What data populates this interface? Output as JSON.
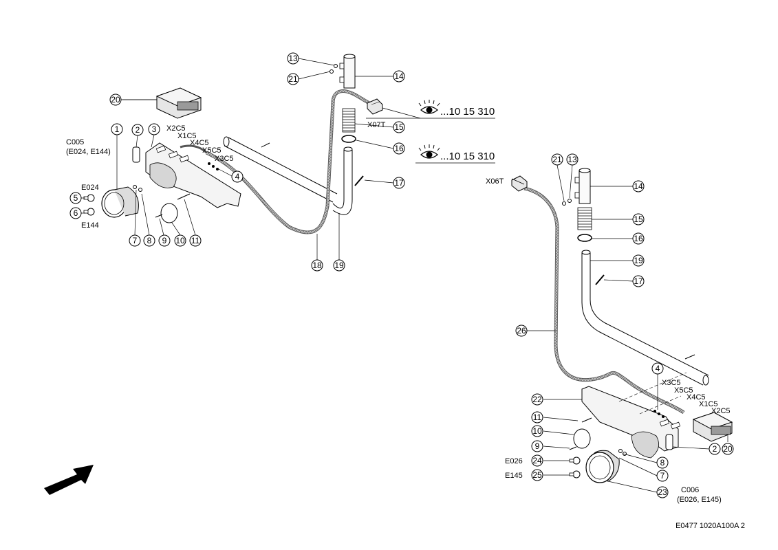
{
  "footer_code": "E0477 1020A100A 2",
  "see_reference": "...10 15 310",
  "left_assembly": {
    "connector_block_label": "C005",
    "connector_block_sub": "(E024, E144)",
    "bulb_top_label": "E024",
    "bulb_bottom_label": "E144",
    "connector_cable_label": "X07T",
    "wire_labels": [
      "X2C5",
      "X1C5",
      "X4C5",
      "X5C5",
      "X3C5"
    ],
    "callouts": [
      "1",
      "2",
      "3",
      "4",
      "5",
      "6",
      "7",
      "8",
      "9",
      "10",
      "11",
      "13",
      "14",
      "15",
      "16",
      "17",
      "18",
      "19",
      "20",
      "21"
    ]
  },
  "right_assembly": {
    "connector_block_label": "C006",
    "connector_block_sub": "(E026, E145)",
    "bulb_top_label": "E026",
    "bulb_bottom_label": "E145",
    "connector_cable_label": "X06T",
    "wire_labels": [
      "X3C5",
      "X5C5",
      "X4C5",
      "X1C5",
      "X2C5"
    ],
    "callouts": [
      "2",
      "4",
      "7",
      "8",
      "9",
      "10",
      "11",
      "13",
      "14",
      "15",
      "16",
      "17",
      "19",
      "20",
      "21",
      "22",
      "23",
      "24",
      "25",
      "26"
    ]
  }
}
